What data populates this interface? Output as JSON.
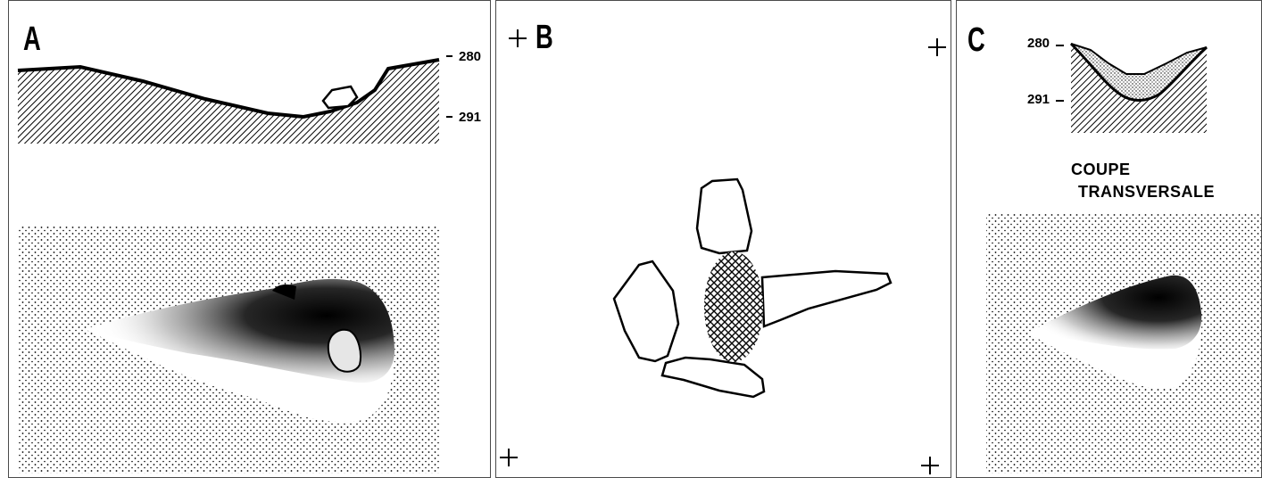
{
  "panels": {
    "a": {
      "label": "A",
      "elev_top": "280",
      "elev_bottom": "291"
    },
    "b": {
      "label": "B"
    },
    "c": {
      "label": "C",
      "elev_top": "280",
      "elev_bottom": "291",
      "caption_line1": "COUPE",
      "caption_line2": "TRANSVERSALE"
    }
  },
  "colors": {
    "ink": "#000000",
    "paper": "#ffffff",
    "border": "#4a4a4a"
  }
}
